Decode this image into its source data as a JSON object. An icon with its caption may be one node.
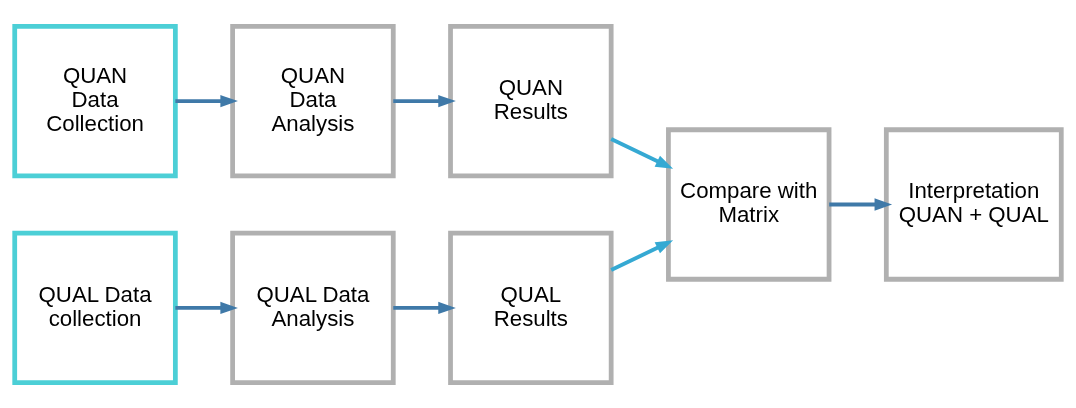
{
  "diagram": {
    "nodes": [
      {
        "text": [
          "QUAN Data Collection"
        ]
      },
      {
        "text": [
          "QUAN Data Analysis"
        ]
      },
      {
        "text": [
          "QUAN Results"
        ]
      },
      {
        "text": [
          "QUAL Data collection"
        ]
      },
      {
        "text": [
          "QUAL Data Analysis"
        ]
      },
      {
        "text": [
          "QUAL Results"
        ]
      },
      {
        "text": [
          "Compare with Matrix"
        ]
      },
      {
        "text": [
          "Interpretation QUAN + QUAL"
        ]
      }
    ],
    "edges": [
      {
        "from": 0,
        "to": 1,
        "arrow": "to"
      },
      {
        "from": 1,
        "to": 2,
        "arrow": "to"
      },
      {
        "from": 2,
        "to": 6,
        "arrow": "to",
        "color": "#35a9d3"
      },
      {
        "from": 3,
        "to": 4,
        "arrow": "to"
      },
      {
        "from": 4,
        "to": 5,
        "arrow": "to"
      },
      {
        "from": 5,
        "to": 6,
        "arrow": "to",
        "color": "#35a9d3"
      },
      {
        "from": 6,
        "to": 7,
        "arrow": "to"
      }
    ]
  }
}
